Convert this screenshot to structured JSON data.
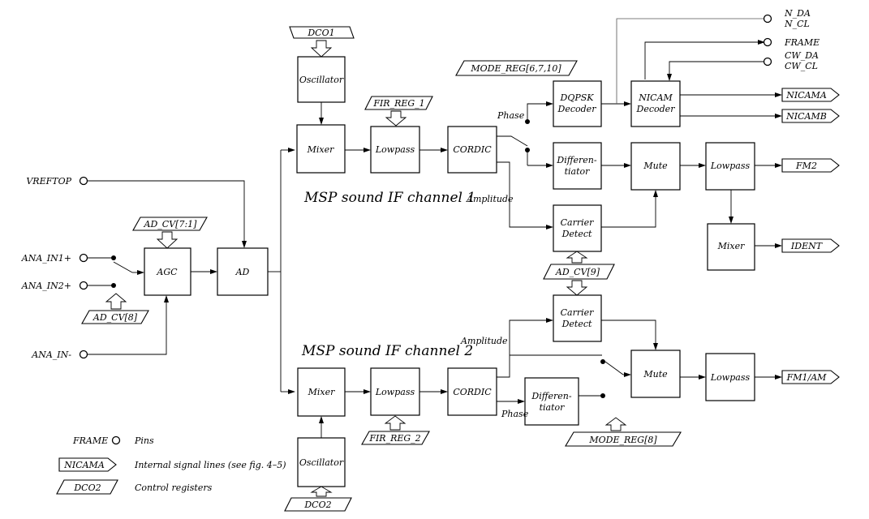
{
  "titles": {
    "channel1": "MSP sound IF channel 1",
    "channel2": "MSP sound IF channel 2"
  },
  "pins": {
    "vreftop": "VREFTOP",
    "ana_in1p": "ANA_IN1+",
    "ana_in2p": "ANA_IN2+",
    "ana_inm": "ANA_IN-",
    "n_da": "N_DA",
    "n_cl": "N_CL",
    "frame": "FRAME",
    "cw_da": "CW_DA",
    "cw_cl": "CW_CL"
  },
  "blocks": {
    "agc": "AGC",
    "ad": "AD",
    "osc1": "Oscillator",
    "mixer1": "Mixer",
    "lowpass1": "Lowpass",
    "cordic1": "CORDIC",
    "dqpsk": [
      "DQPSK",
      "Decoder"
    ],
    "nicam": [
      "NICAM",
      "Decoder"
    ],
    "diff1": [
      "Differen-",
      "tiator"
    ],
    "carrier1": [
      "Carrier",
      "Detect"
    ],
    "mute1": "Mute",
    "lowpass_fm2": "Lowpass",
    "mixer_ident": "Mixer",
    "osc2": "Oscillator",
    "mixer2": "Mixer",
    "lowpass2": "Lowpass",
    "cordic2": "CORDIC",
    "diff2": [
      "Differen-",
      "tiator"
    ],
    "carrier2": [
      "Carrier",
      "Detect"
    ],
    "mute2": "Mute",
    "lowpass_fm1": "Lowpass"
  },
  "registers": {
    "dco1": "DCO1",
    "fir1": "FIR_REG_1",
    "mode_reg_top": "MODE_REG[6,7,10]",
    "ad_cv_71": "AD_CV[7:1]",
    "ad_cv_8": "AD_CV[8]",
    "ad_cv_9": "AD_CV[9]",
    "fir2": "FIR_REG_2",
    "mode_reg_8": "MODE_REG[8]",
    "dco2": "DCO2"
  },
  "outputs": {
    "nicama": "NICAMA",
    "nicamb": "NICAMB",
    "fm2": "FM2",
    "ident": "IDENT",
    "fm1am": "FM1/AM"
  },
  "annotations": {
    "phase1": "Phase",
    "amplitude1": "Amplitude",
    "amplitude2": "Amplitude",
    "phase2": "Phase"
  },
  "legend": {
    "pin_symbol": "FRAME",
    "pin_text": "Pins",
    "signal_symbol": "NICAMA",
    "signal_text": "Internal signal lines (see fig. 4–5)",
    "reg_symbol": "DCO2",
    "reg_text": "Control registers"
  }
}
